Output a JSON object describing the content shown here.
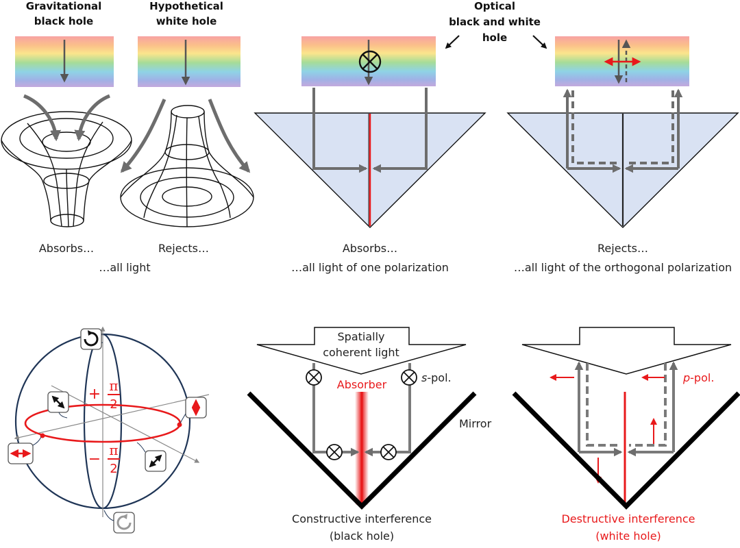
{
  "titles": {
    "gravitational": [
      "Gravitational",
      "black hole"
    ],
    "white": [
      "Hypothetical",
      "white hole"
    ],
    "optical": [
      "Optical",
      "black and white",
      "hole"
    ]
  },
  "captions": {
    "absorbs1": "Absorbs…",
    "rejects1": "Rejects…",
    "all_light": "…all light",
    "absorbs2": "Absorbs…",
    "one_pol": "…all light of one polarization",
    "rejects2": "Rejects…",
    "orth_pol": "…all light of the orthogonal polarization"
  },
  "sphere": {
    "plus_sign": "+",
    "minus_sign": "−",
    "pi": "π",
    "two": "2"
  },
  "bottom": {
    "coherent": [
      "Spatially",
      "coherent light"
    ],
    "absorber": "Absorber",
    "s_pol_letter": "s",
    "pol_suffix": "-pol.",
    "p_pol_letter": "p",
    "mirror": "Mirror",
    "constructive": [
      "Constructive interference",
      "(black hole)"
    ],
    "destructive": [
      "Destructive interference",
      "(white hole)"
    ]
  },
  "colors": {
    "accent_red": "#e8191b",
    "arrow_gray": "#6d6d6d",
    "prism_fill": "#d9e2f3",
    "sphere_stroke": "#1f3556"
  }
}
